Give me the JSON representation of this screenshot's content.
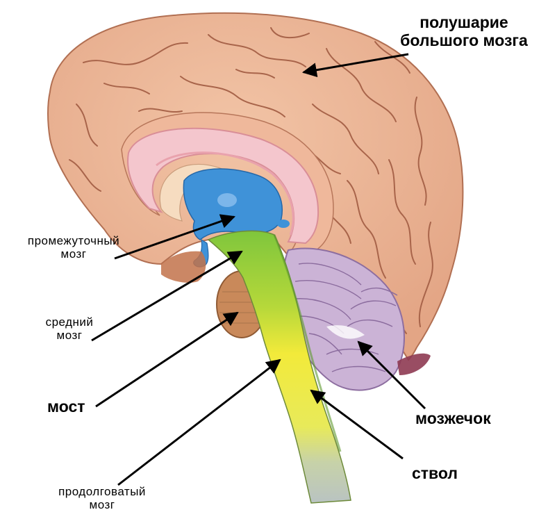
{
  "labels": {
    "cerebral_hemisphere": [
      "полушарие",
      "большого мозга"
    ],
    "diencephalon": [
      "промежуточный",
      "мозг"
    ],
    "midbrain": [
      "средний",
      "мозг"
    ],
    "pons": "мост",
    "cerebellum": "мозжечок",
    "brainstem": "ствол",
    "medulla": [
      "продолговатый",
      "мозг"
    ]
  },
  "colors": {
    "cortex": "#eab394",
    "cortex_groove": "#a8644a",
    "corpus_callosum": "#f4c6cd",
    "thalamus": "#3f92d8",
    "brainstem_green": "#7fc63c",
    "brainstem_yellow": "#f2ea3a",
    "spinal_grey": "#b9c3c2",
    "cerebellum": "#cbb3d6",
    "pons_brown": "#c9895a",
    "arrow": "#000000"
  }
}
